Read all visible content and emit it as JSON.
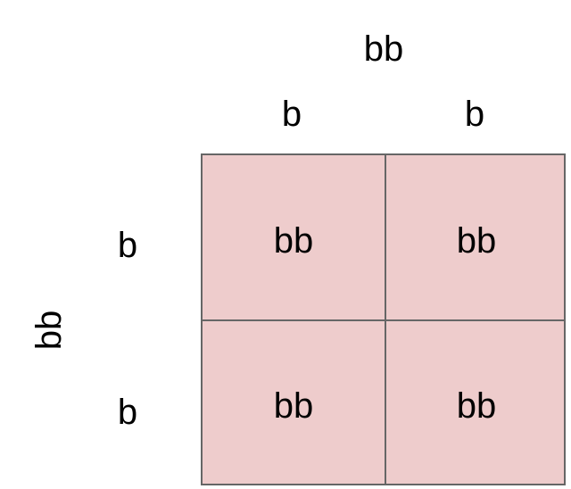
{
  "top_parent_genotype": "bb",
  "top_alleles": [
    "b",
    "b"
  ],
  "left_parent_genotype": "bb",
  "left_alleles": [
    "b",
    "b"
  ],
  "cells": [
    [
      "bb",
      "bb"
    ],
    [
      "bb",
      "bb"
    ]
  ],
  "colors": {
    "cell_fill": "#eecccc",
    "border": "#666666"
  }
}
